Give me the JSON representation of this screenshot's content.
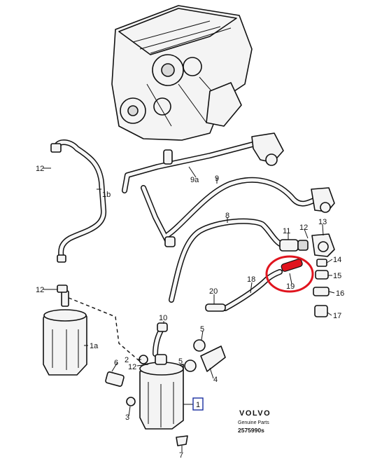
{
  "callouts": {
    "c1": "1",
    "c1a": "1a",
    "c1b": "1b",
    "c2": "2",
    "c3": "3",
    "c4": "4",
    "c5": "5",
    "c6": "6",
    "c7": "7",
    "c8": "8",
    "c9": "9",
    "c9a": "9a",
    "c10": "10",
    "c11": "11",
    "c12a": "12",
    "c12b": "12",
    "c12c": "12",
    "c12d": "12",
    "c13": "13",
    "c14": "14",
    "c15": "15",
    "c16": "16",
    "c17": "17",
    "c18": "18",
    "c19": "19",
    "c20": "20"
  },
  "brand": {
    "name": "VOLVO",
    "subtitle": "Genuine Parts",
    "code": "2575990s"
  },
  "colors": {
    "line": "#111111",
    "highlight": "#e0141e",
    "callout_box": "#1a2fa0"
  }
}
